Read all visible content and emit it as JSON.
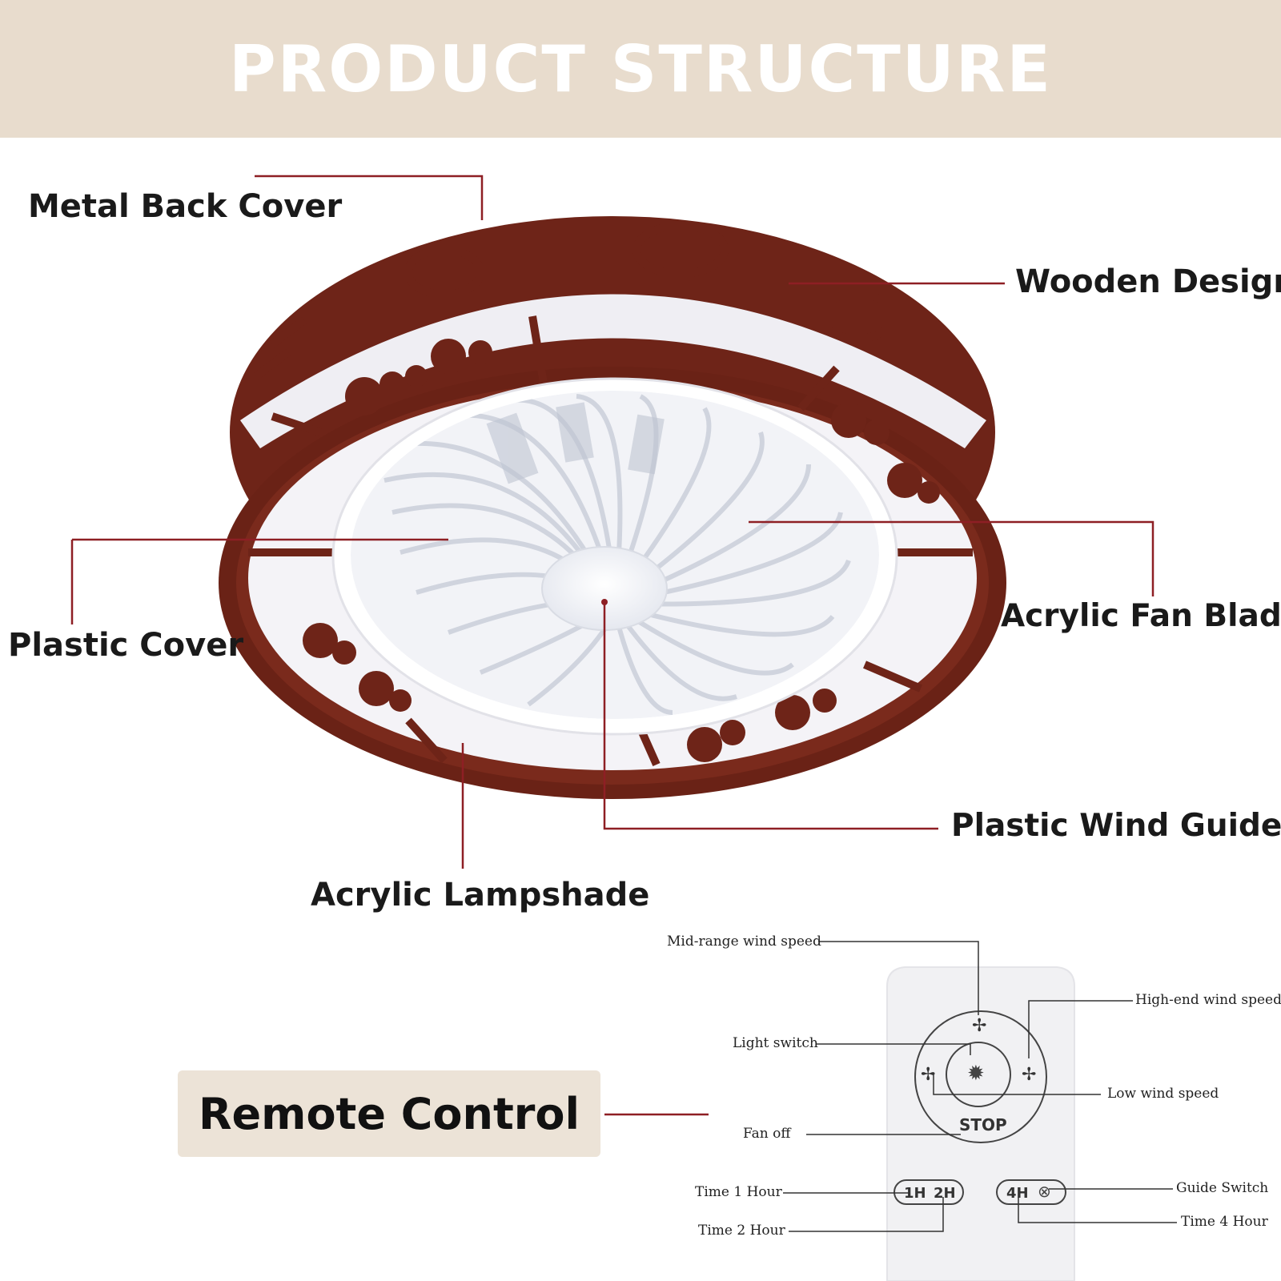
{
  "header": {
    "title": "PRODUCT STRUCTURE"
  },
  "colors": {
    "banner": "#e8dccd",
    "wood": "#6e2418",
    "leader": "#8e1f24",
    "panel": "#f4f3f7"
  },
  "labels": {
    "metal_back_cover": "Metal Back Cover",
    "wooden_design": "Wooden Design",
    "plastic_cover": "Plastic Cover",
    "acrylic_fan_blade": "Acrylic Fan Blade",
    "plastic_wind_guide": "Plastic Wind Guide",
    "acrylic_lampshade": "Acrylic Lampshade"
  },
  "remote": {
    "title": "Remote Control",
    "stop_label": "STOP",
    "btn_1h": "1H",
    "btn_2h": "2H",
    "btn_4h": "4H",
    "callouts": {
      "mid_range": "Mid-range wind speed",
      "high_end": "High-end wind speed",
      "light_switch": "Light switch",
      "low_wind": "Low wind speed",
      "fan_off": "Fan off",
      "time_1_hour": "Time 1 Hour",
      "guide_switch": "Guide Switch",
      "time_2_hour": "Time 2 Hour",
      "time_4_hour": "Time 4 Hour"
    }
  },
  "icons": [
    "fan-icon",
    "light-icon",
    "guide-icon"
  ]
}
